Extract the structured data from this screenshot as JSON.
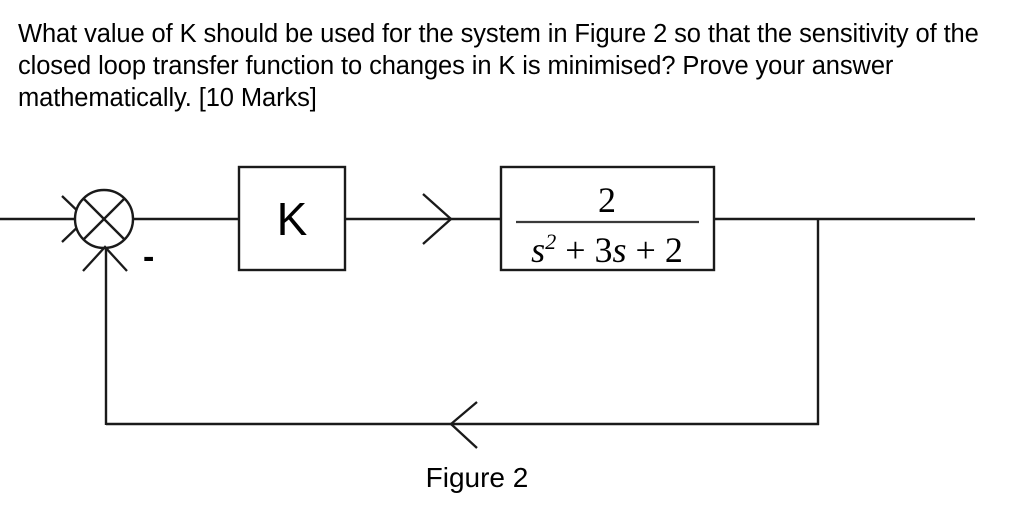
{
  "question": {
    "text": "What value of K should be used for the system in Figure 2 so that the sensitivity of the closed loop transfer function to changes in K is minimised? Prove your answer mathematically. [10 Marks]",
    "marks": "[10 Marks]"
  },
  "diagram": {
    "caption": "Figure 2",
    "summing_junction": {
      "sign_label": "-",
      "style": "crossed-circle"
    },
    "gain_block": {
      "label": "K"
    },
    "plant_block": {
      "numerator": "2",
      "denominator_base": "s",
      "denominator_exponent": "2",
      "denominator_rest": "+ 3s + 2",
      "full_expression": "2 / (s^2 + 3s + 2)"
    },
    "signals": {
      "input_arrow": "input-arrow",
      "gain_to_plant_arrow": "forward-arrow",
      "feedback_arrow": "feedback-arrow"
    }
  },
  "colors": {
    "ink": "#1a1a1a",
    "text": "#000000",
    "background": "#ffffff"
  }
}
